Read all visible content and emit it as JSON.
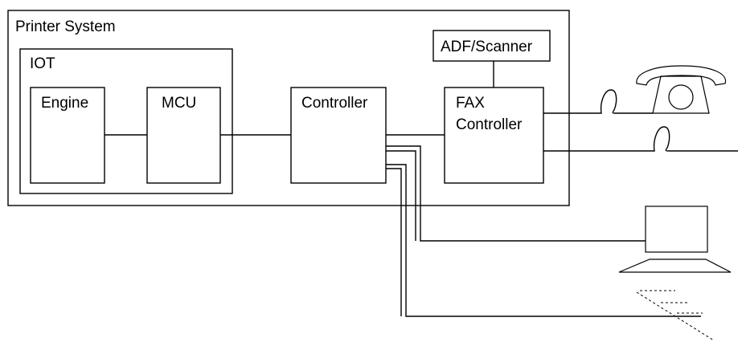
{
  "diagram": {
    "printer_system": "Printer System",
    "iot": "IOT",
    "engine": "Engine",
    "mcu": "MCU",
    "controller": "Controller",
    "adf_scanner": "ADF/Scanner",
    "fax_line1": "FAX",
    "fax_line2": "Controller"
  },
  "icons": [
    "telephone-icon",
    "computer-icon"
  ]
}
